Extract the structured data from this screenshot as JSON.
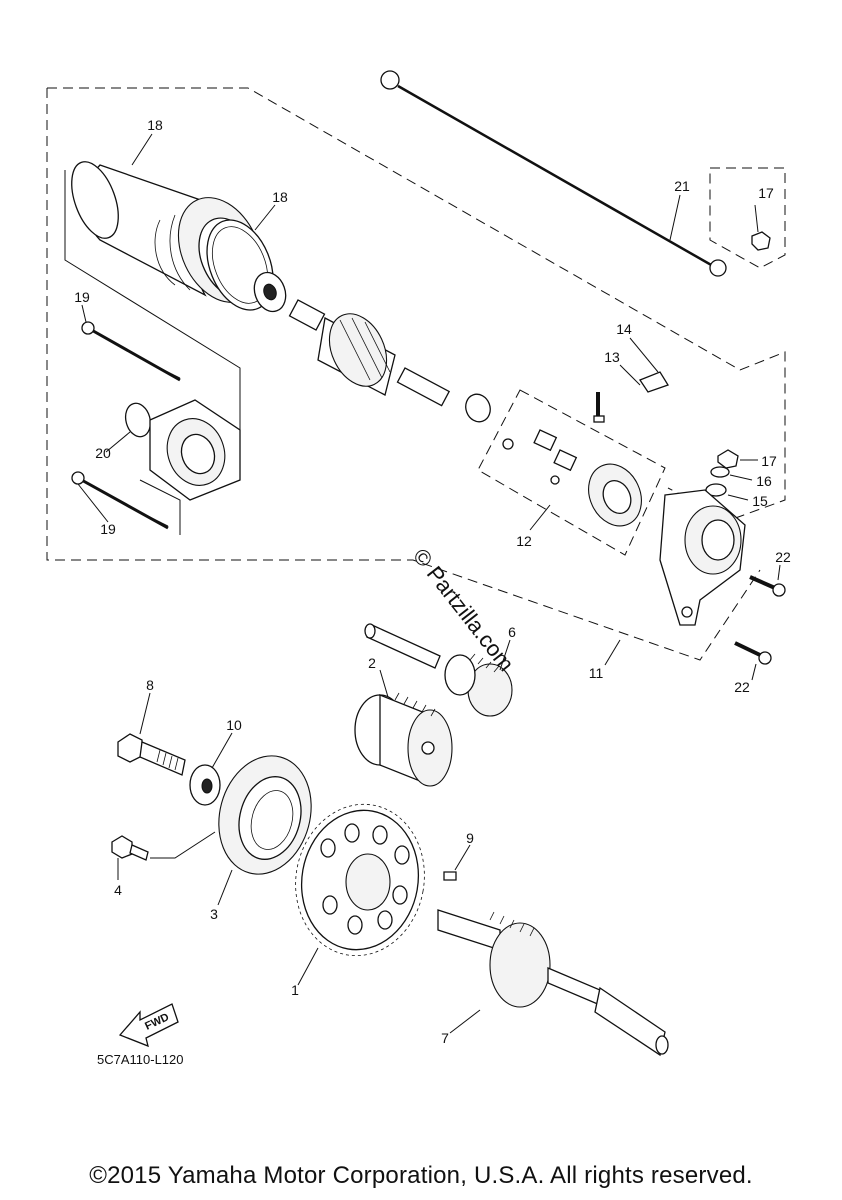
{
  "diagram": {
    "callouts": [
      {
        "id": "c18a",
        "text": "18"
      },
      {
        "id": "c18b",
        "text": "18"
      },
      {
        "id": "c19a",
        "text": "19"
      },
      {
        "id": "c19b",
        "text": "19"
      },
      {
        "id": "c20",
        "text": "20"
      },
      {
        "id": "c21",
        "text": "21"
      },
      {
        "id": "c17a",
        "text": "17"
      },
      {
        "id": "c17b",
        "text": "17"
      },
      {
        "id": "c16",
        "text": "16"
      },
      {
        "id": "c15",
        "text": "15"
      },
      {
        "id": "c14",
        "text": "14"
      },
      {
        "id": "c13",
        "text": "13"
      },
      {
        "id": "c12",
        "text": "12"
      },
      {
        "id": "c11",
        "text": "11"
      },
      {
        "id": "c22a",
        "text": "22"
      },
      {
        "id": "c22b",
        "text": "22"
      },
      {
        "id": "c6",
        "text": "6"
      },
      {
        "id": "c2",
        "text": "2"
      },
      {
        "id": "c8",
        "text": "8"
      },
      {
        "id": "c10",
        "text": "10"
      },
      {
        "id": "c4",
        "text": "4"
      },
      {
        "id": "c3",
        "text": "3"
      },
      {
        "id": "c9",
        "text": "9"
      },
      {
        "id": "c1",
        "text": "1"
      },
      {
        "id": "c7",
        "text": "7"
      }
    ],
    "fwd_label": "FWD",
    "part_number": "5C7A110-L120",
    "watermark": "© Partzilla.com"
  },
  "footer": {
    "copyright": "©2015 Yamaha Motor Corporation, U.S.A. All rights reserved."
  }
}
